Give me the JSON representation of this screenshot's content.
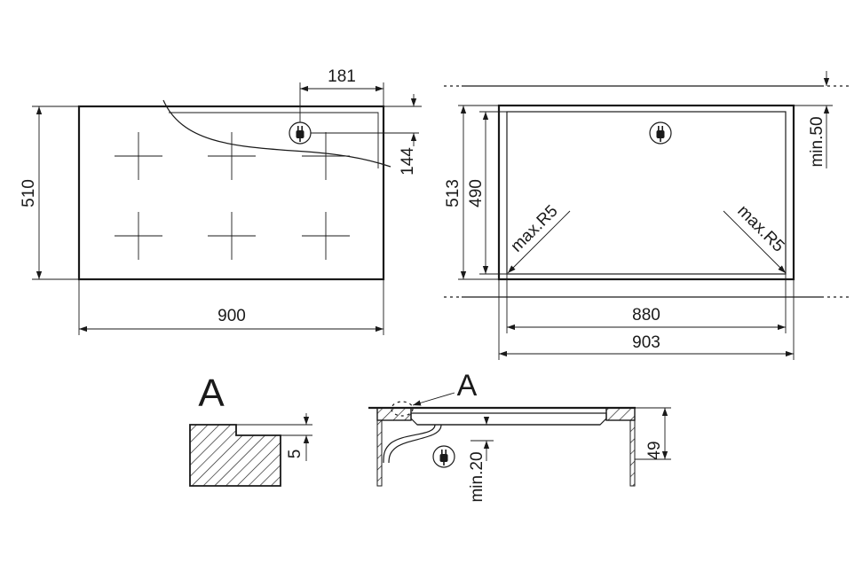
{
  "hob_top_view": {
    "width_label": "900",
    "depth_label": "510",
    "socket_offset_x_label": "181",
    "socket_offset_y_label": "144",
    "socket_icon": "plug-icon"
  },
  "cutout_view": {
    "outer_width_label": "903",
    "inner_width_label": "880",
    "outer_depth_label": "513",
    "inner_depth_label": "490",
    "clearance_label": "min.50",
    "radius_left_label": "max.R5",
    "radius_right_label": "max.R5",
    "socket_icon": "plug-icon"
  },
  "detail_a": {
    "title": "A",
    "step_label": "5"
  },
  "section_view": {
    "callout_label": "A",
    "height_label": "49",
    "clearance_label": "min.20",
    "socket_icon": "plug-icon"
  }
}
